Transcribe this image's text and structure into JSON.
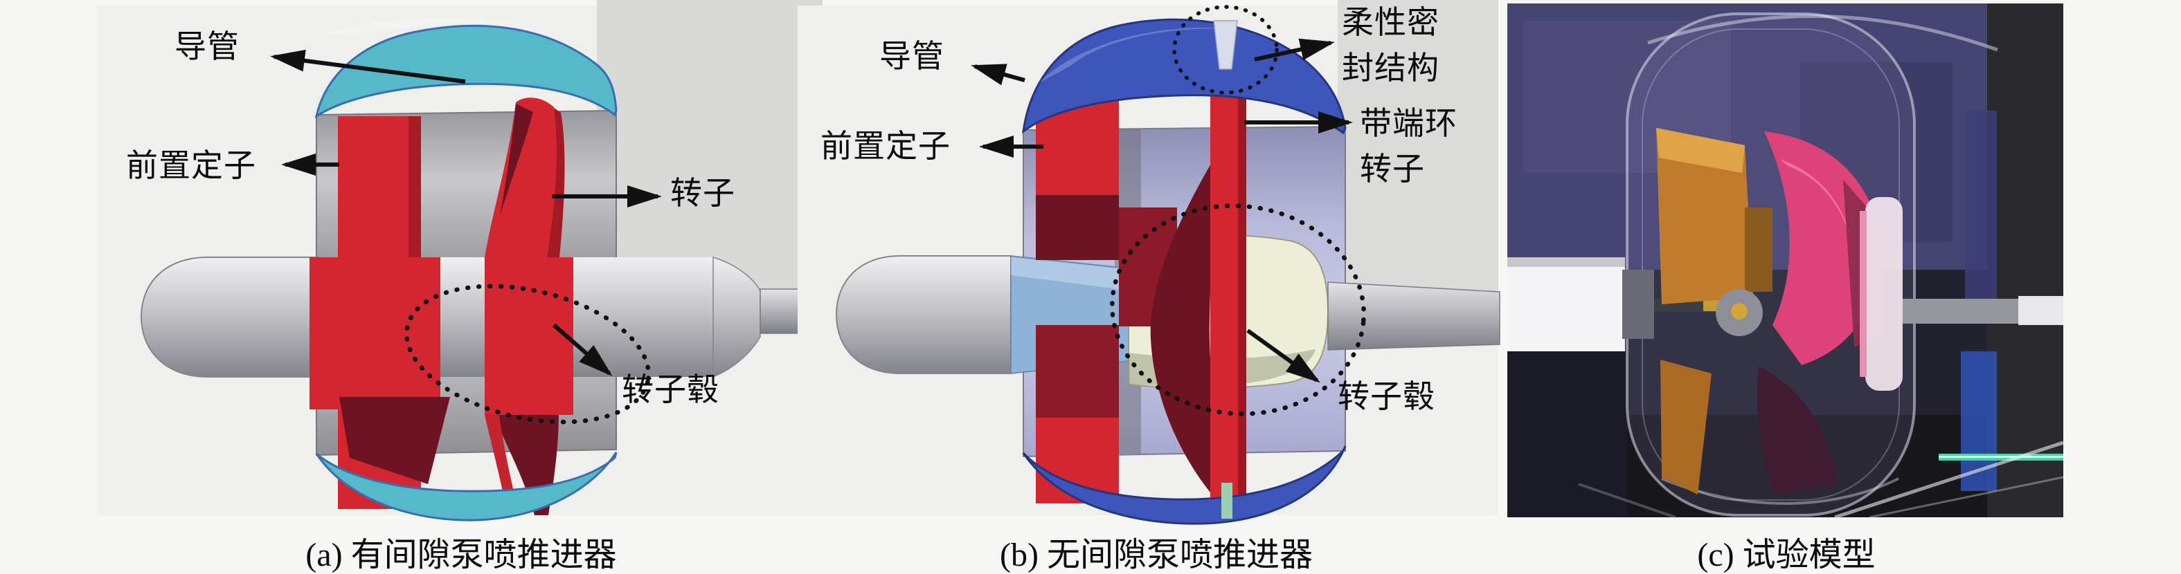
{
  "panels": {
    "a": {
      "caption": "(a) 有间隙泵喷推进器",
      "labels": {
        "duct": "导管",
        "pre_stator": "前置定子",
        "rotor": "转子",
        "rotor_hub": "转子毂"
      }
    },
    "b": {
      "caption": "(b) 无间隙泵喷推进器",
      "labels": {
        "duct": "导管",
        "pre_stator": "前置定子",
        "flexible_seal_line1": "柔性密",
        "flexible_seal_line2": "封结构",
        "end_ring_rotor_line1": "带端环",
        "end_ring_rotor_line2": "转子",
        "rotor_hub": "转子毂"
      }
    },
    "c": {
      "caption": "(c) 试验模型"
    }
  },
  "colors": {
    "duct_teal": "#56b9c9",
    "duct_blue": "#3e56bc",
    "stator_red": "#d42630",
    "blade_maroon": "#6e1322",
    "hub_ivory": "#eceed8",
    "cone_steel_blue": "#8fb2d8",
    "photo_stator_orange": "#c07c2c",
    "photo_rotor_pink": "#dd4378",
    "photo_streak_teal": "#45d4a4",
    "annotation_black": "#111111"
  }
}
